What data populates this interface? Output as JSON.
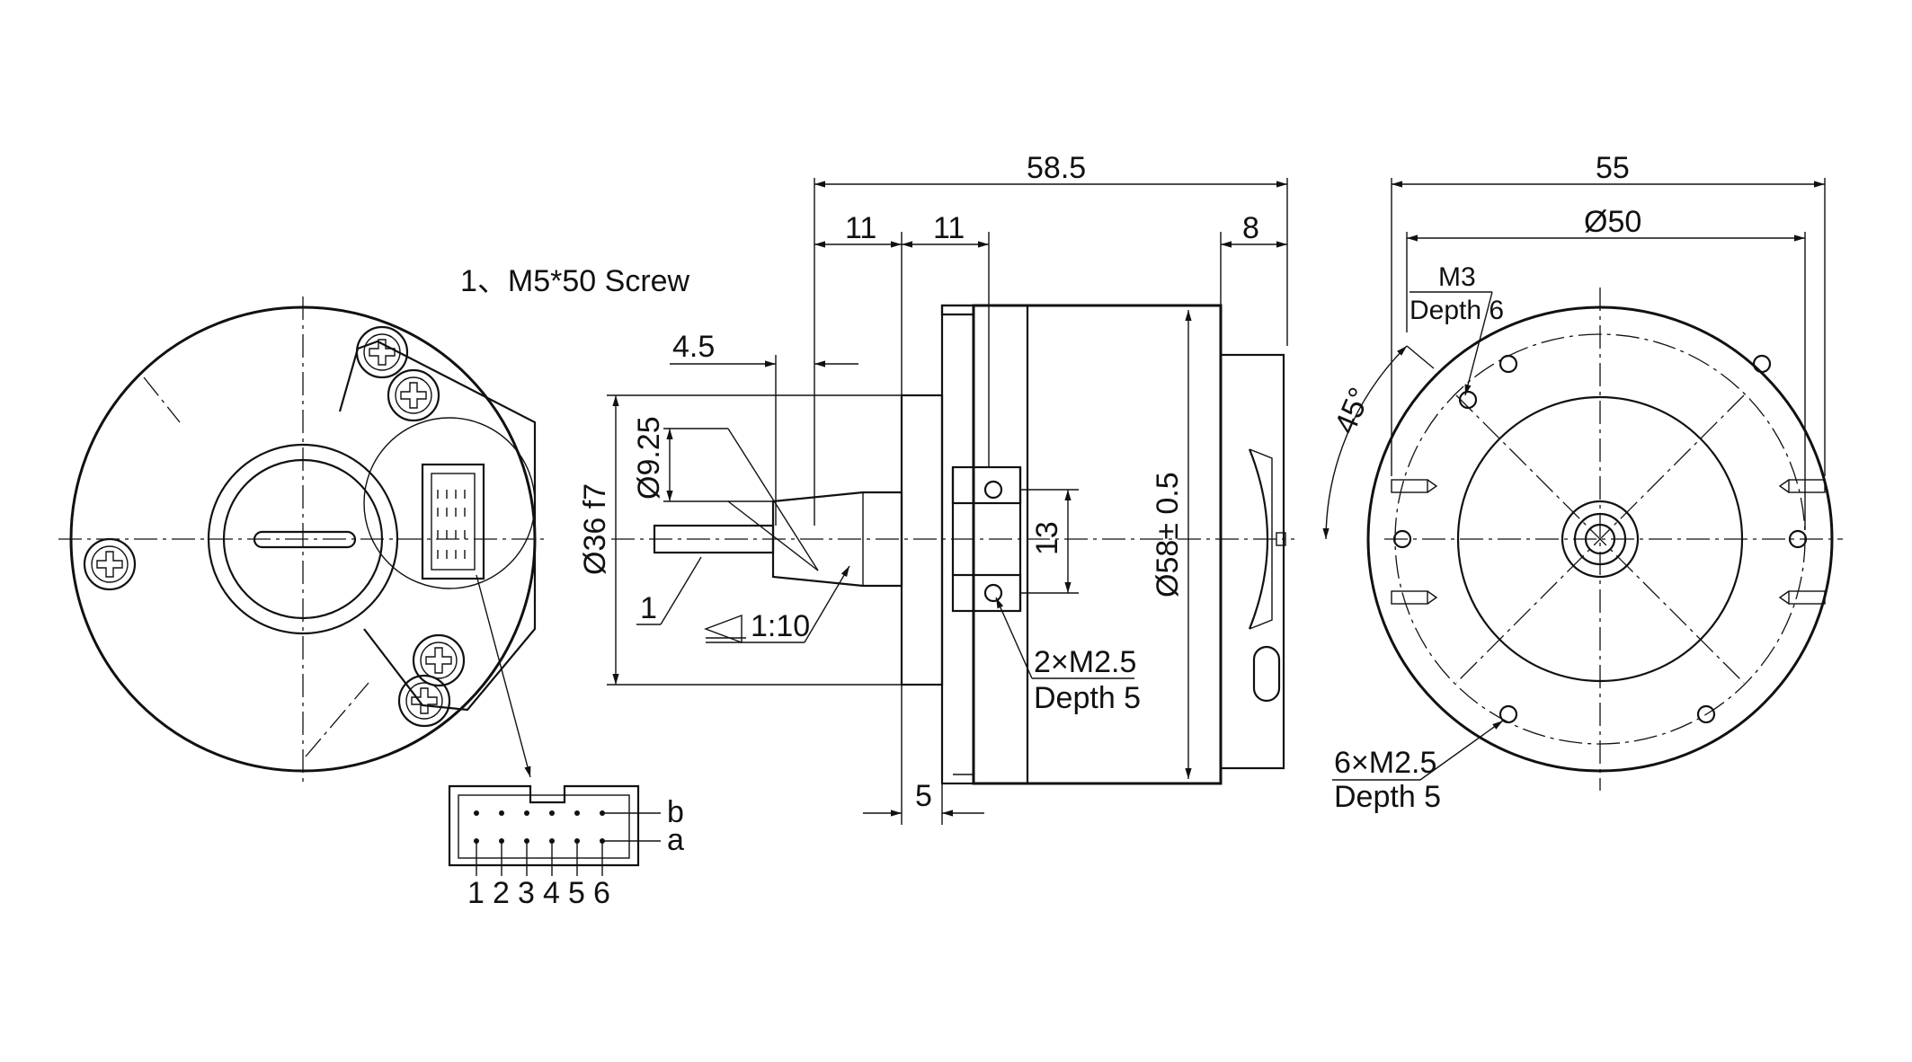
{
  "note": {
    "screw": "1、M5*50 Screw",
    "callout_1": "1"
  },
  "connector": {
    "row_labels": [
      "b",
      "a"
    ],
    "pin_numbers": [
      "1",
      "2",
      "3",
      "4",
      "5",
      "6"
    ]
  },
  "side_view": {
    "overall_length": "58.5",
    "dim_11_a": "11",
    "dim_11_b": "11",
    "dim_8": "8",
    "dim_4_5": "4.5",
    "dim_5": "5",
    "dim_13": "13",
    "shaft_dia": "Ø9.25",
    "flange_dia": "Ø36 f7",
    "body_dia": "Ø58± 0.5",
    "taper": "1:10",
    "holes_line1": "2×M2.5",
    "holes_line2": "Depth 5"
  },
  "front_view": {
    "width": "55",
    "bolt_circle": "Ø50",
    "m3_line1": "M3",
    "m3_line2": "Depth 6",
    "angle": "45°",
    "holes_line1": "6×M2.5",
    "holes_line2": "Depth 5"
  }
}
